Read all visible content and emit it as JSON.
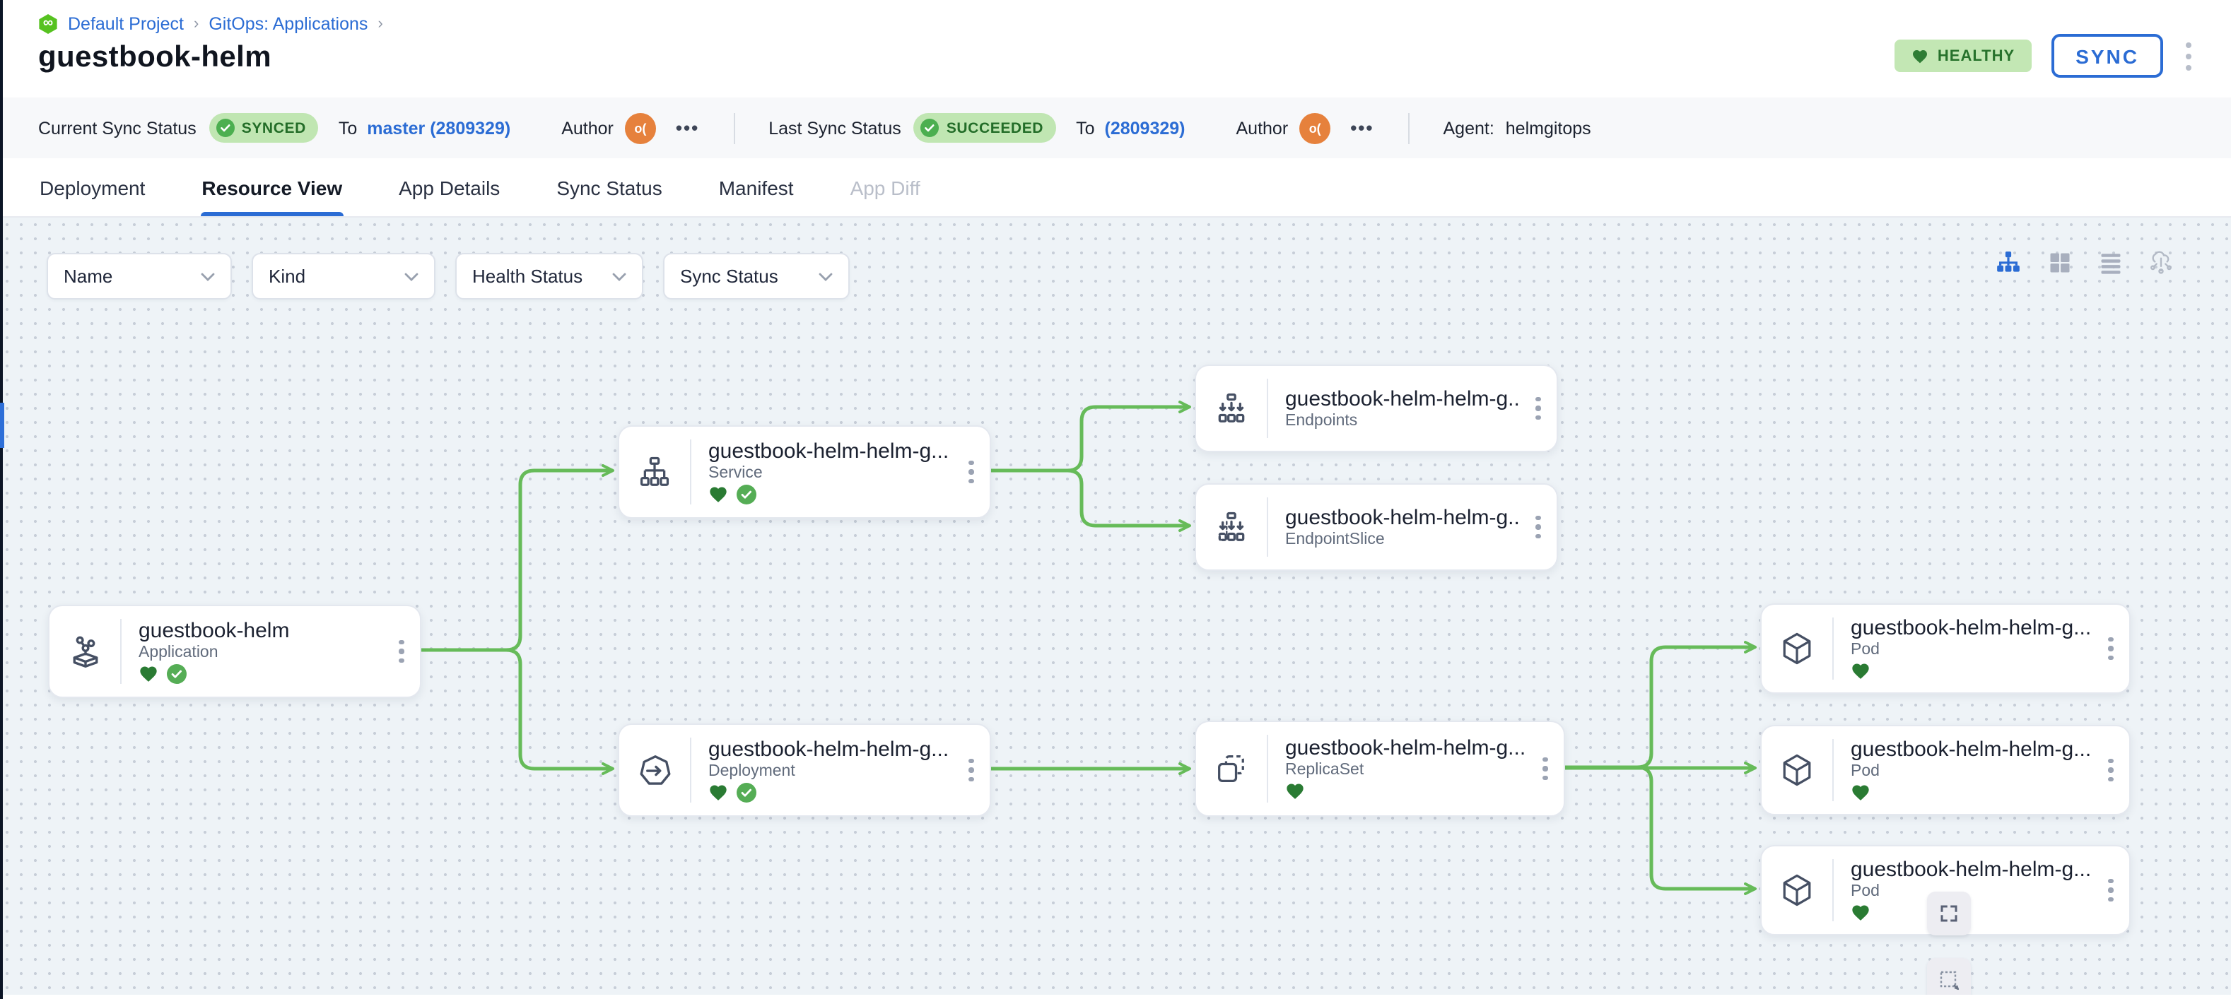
{
  "breadcrumb": {
    "logo": "codefresh-logo",
    "logo_glyph": "∞",
    "items": [
      {
        "label": "Default Project"
      },
      {
        "label": "GitOps: Applications"
      }
    ],
    "separator": "›"
  },
  "page_title": "guestbook-helm",
  "header_actions": {
    "health_badge": "HEALTHY",
    "sync_button": "SYNC"
  },
  "status_bar": {
    "current_sync": {
      "label": "Current Sync Status",
      "status": "SYNCED",
      "to": "To",
      "revision": "master (2809329)",
      "author": "Author",
      "avatar": "o(",
      "more": "•••"
    },
    "last_sync": {
      "label": "Last Sync Status",
      "status": "SUCCEEDED",
      "to": "To",
      "revision": "(2809329)",
      "author": "Author",
      "avatar": "o(",
      "more": "•••"
    },
    "agent_label": "Agent:",
    "agent_value": "helmgitops"
  },
  "tabs": [
    {
      "label": "Deployment"
    },
    {
      "label": "Resource View",
      "active": true
    },
    {
      "label": "App Details"
    },
    {
      "label": "Sync Status"
    },
    {
      "label": "Manifest"
    },
    {
      "label": "App Diff",
      "disabled": true
    }
  ],
  "filters": [
    {
      "label": "Name"
    },
    {
      "label": "Kind"
    },
    {
      "label": "Health Status"
    },
    {
      "label": "Sync Status"
    }
  ],
  "view_modes": [
    {
      "icon": "tree-view-icon",
      "active": true
    },
    {
      "icon": "grid-view-icon",
      "active": false
    },
    {
      "icon": "list-view-icon",
      "active": false
    },
    {
      "icon": "cluster-view-icon",
      "active": false
    }
  ],
  "nodes": [
    {
      "title": "guestbook-helm",
      "kind": "Application",
      "statuses": [
        "healthy",
        "synced"
      ]
    },
    {
      "title": "guestbook-helm-helm-g...",
      "kind": "Service",
      "statuses": [
        "healthy",
        "synced"
      ]
    },
    {
      "title": "guestbook-helm-helm-g...",
      "kind": "Endpoints",
      "statuses": []
    },
    {
      "title": "guestbook-helm-helm-g...",
      "kind": "EndpointSlice",
      "statuses": []
    },
    {
      "title": "guestbook-helm-helm-g...",
      "kind": "Deployment",
      "statuses": [
        "healthy",
        "synced"
      ]
    },
    {
      "title": "guestbook-helm-helm-g...",
      "kind": "ReplicaSet",
      "statuses": [
        "healthy"
      ]
    },
    {
      "title": "guestbook-helm-helm-g...",
      "kind": "Pod",
      "statuses": [
        "healthy"
      ]
    },
    {
      "title": "guestbook-helm-helm-g...",
      "kind": "Pod",
      "statuses": [
        "healthy"
      ]
    },
    {
      "title": "guestbook-helm-helm-g...",
      "kind": "Pod",
      "statuses": [
        "healthy"
      ]
    }
  ],
  "controls": [
    {
      "icon": "fullscreen-icon"
    },
    {
      "icon": "selection-box-icon"
    }
  ],
  "colors": {
    "accent_blue": "#2b6cd4",
    "edge_green": "#66bb59",
    "heart_green": "#2a7b33",
    "check_green": "#55ad55",
    "badge_bg": "#c0e6b2",
    "badge_text": "#236d28",
    "avatar_orange": "#e6813c",
    "canvas_bg": "#eef3f7"
  }
}
